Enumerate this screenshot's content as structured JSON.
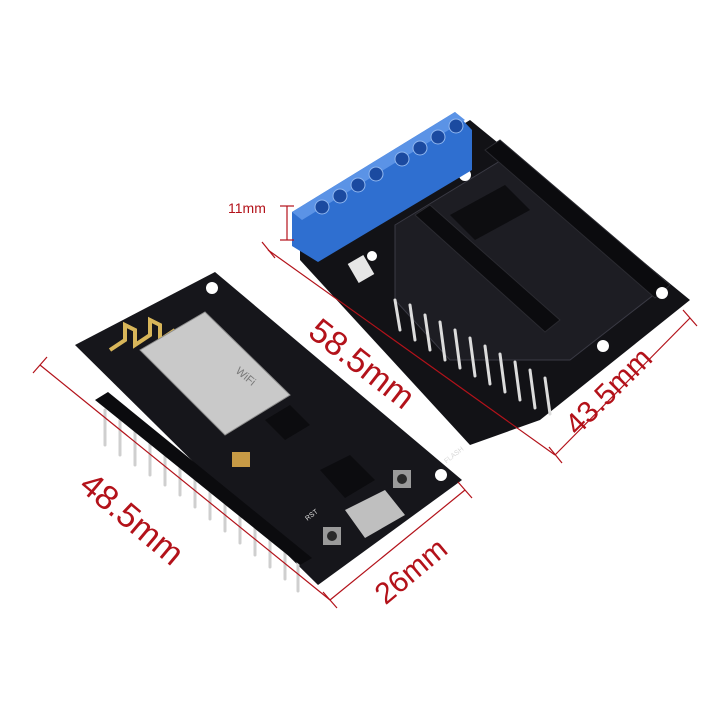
{
  "scene": {
    "subject": "NodeMCU ESP8266 board and motor driver shield with dimensions",
    "annotation_color": "#b3121a",
    "board_color": "#16161b",
    "terminal_color": "#2f6fd0"
  },
  "dimensions": {
    "terminal_height": "11mm",
    "shield_length": "58.5mm",
    "shield_width": "43.5mm",
    "nodemcu_length": "48.5mm",
    "nodemcu_width": "26mm"
  },
  "silkscreen": {
    "flash_button": "FLASH",
    "reset_button": "RST",
    "module_logo": "WiFi"
  }
}
